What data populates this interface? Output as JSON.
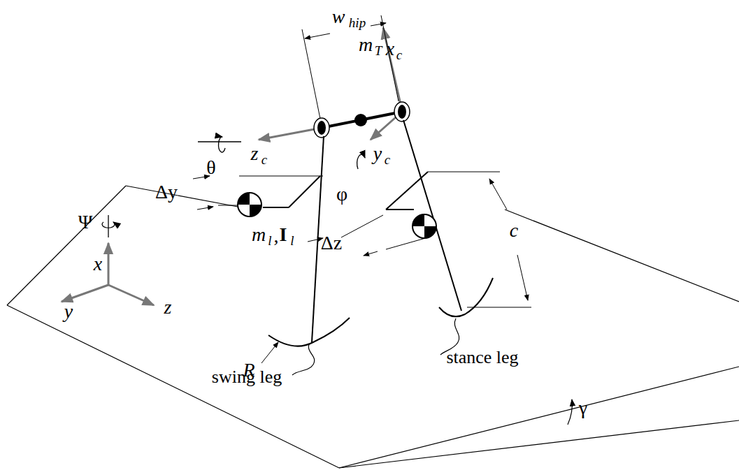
{
  "diagram": {
    "labels": [
      "w",
      "hip",
      "m",
      "T",
      "x",
      "c",
      "θ",
      "z",
      "c",
      "y",
      "c",
      "Δy",
      "φ",
      "Ψ",
      "x",
      "m",
      "l",
      ",",
      "I",
      "l",
      "Δz",
      "c",
      "R",
      "y",
      "z",
      "swing leg",
      "stance leg",
      "γ"
    ]
  }
}
